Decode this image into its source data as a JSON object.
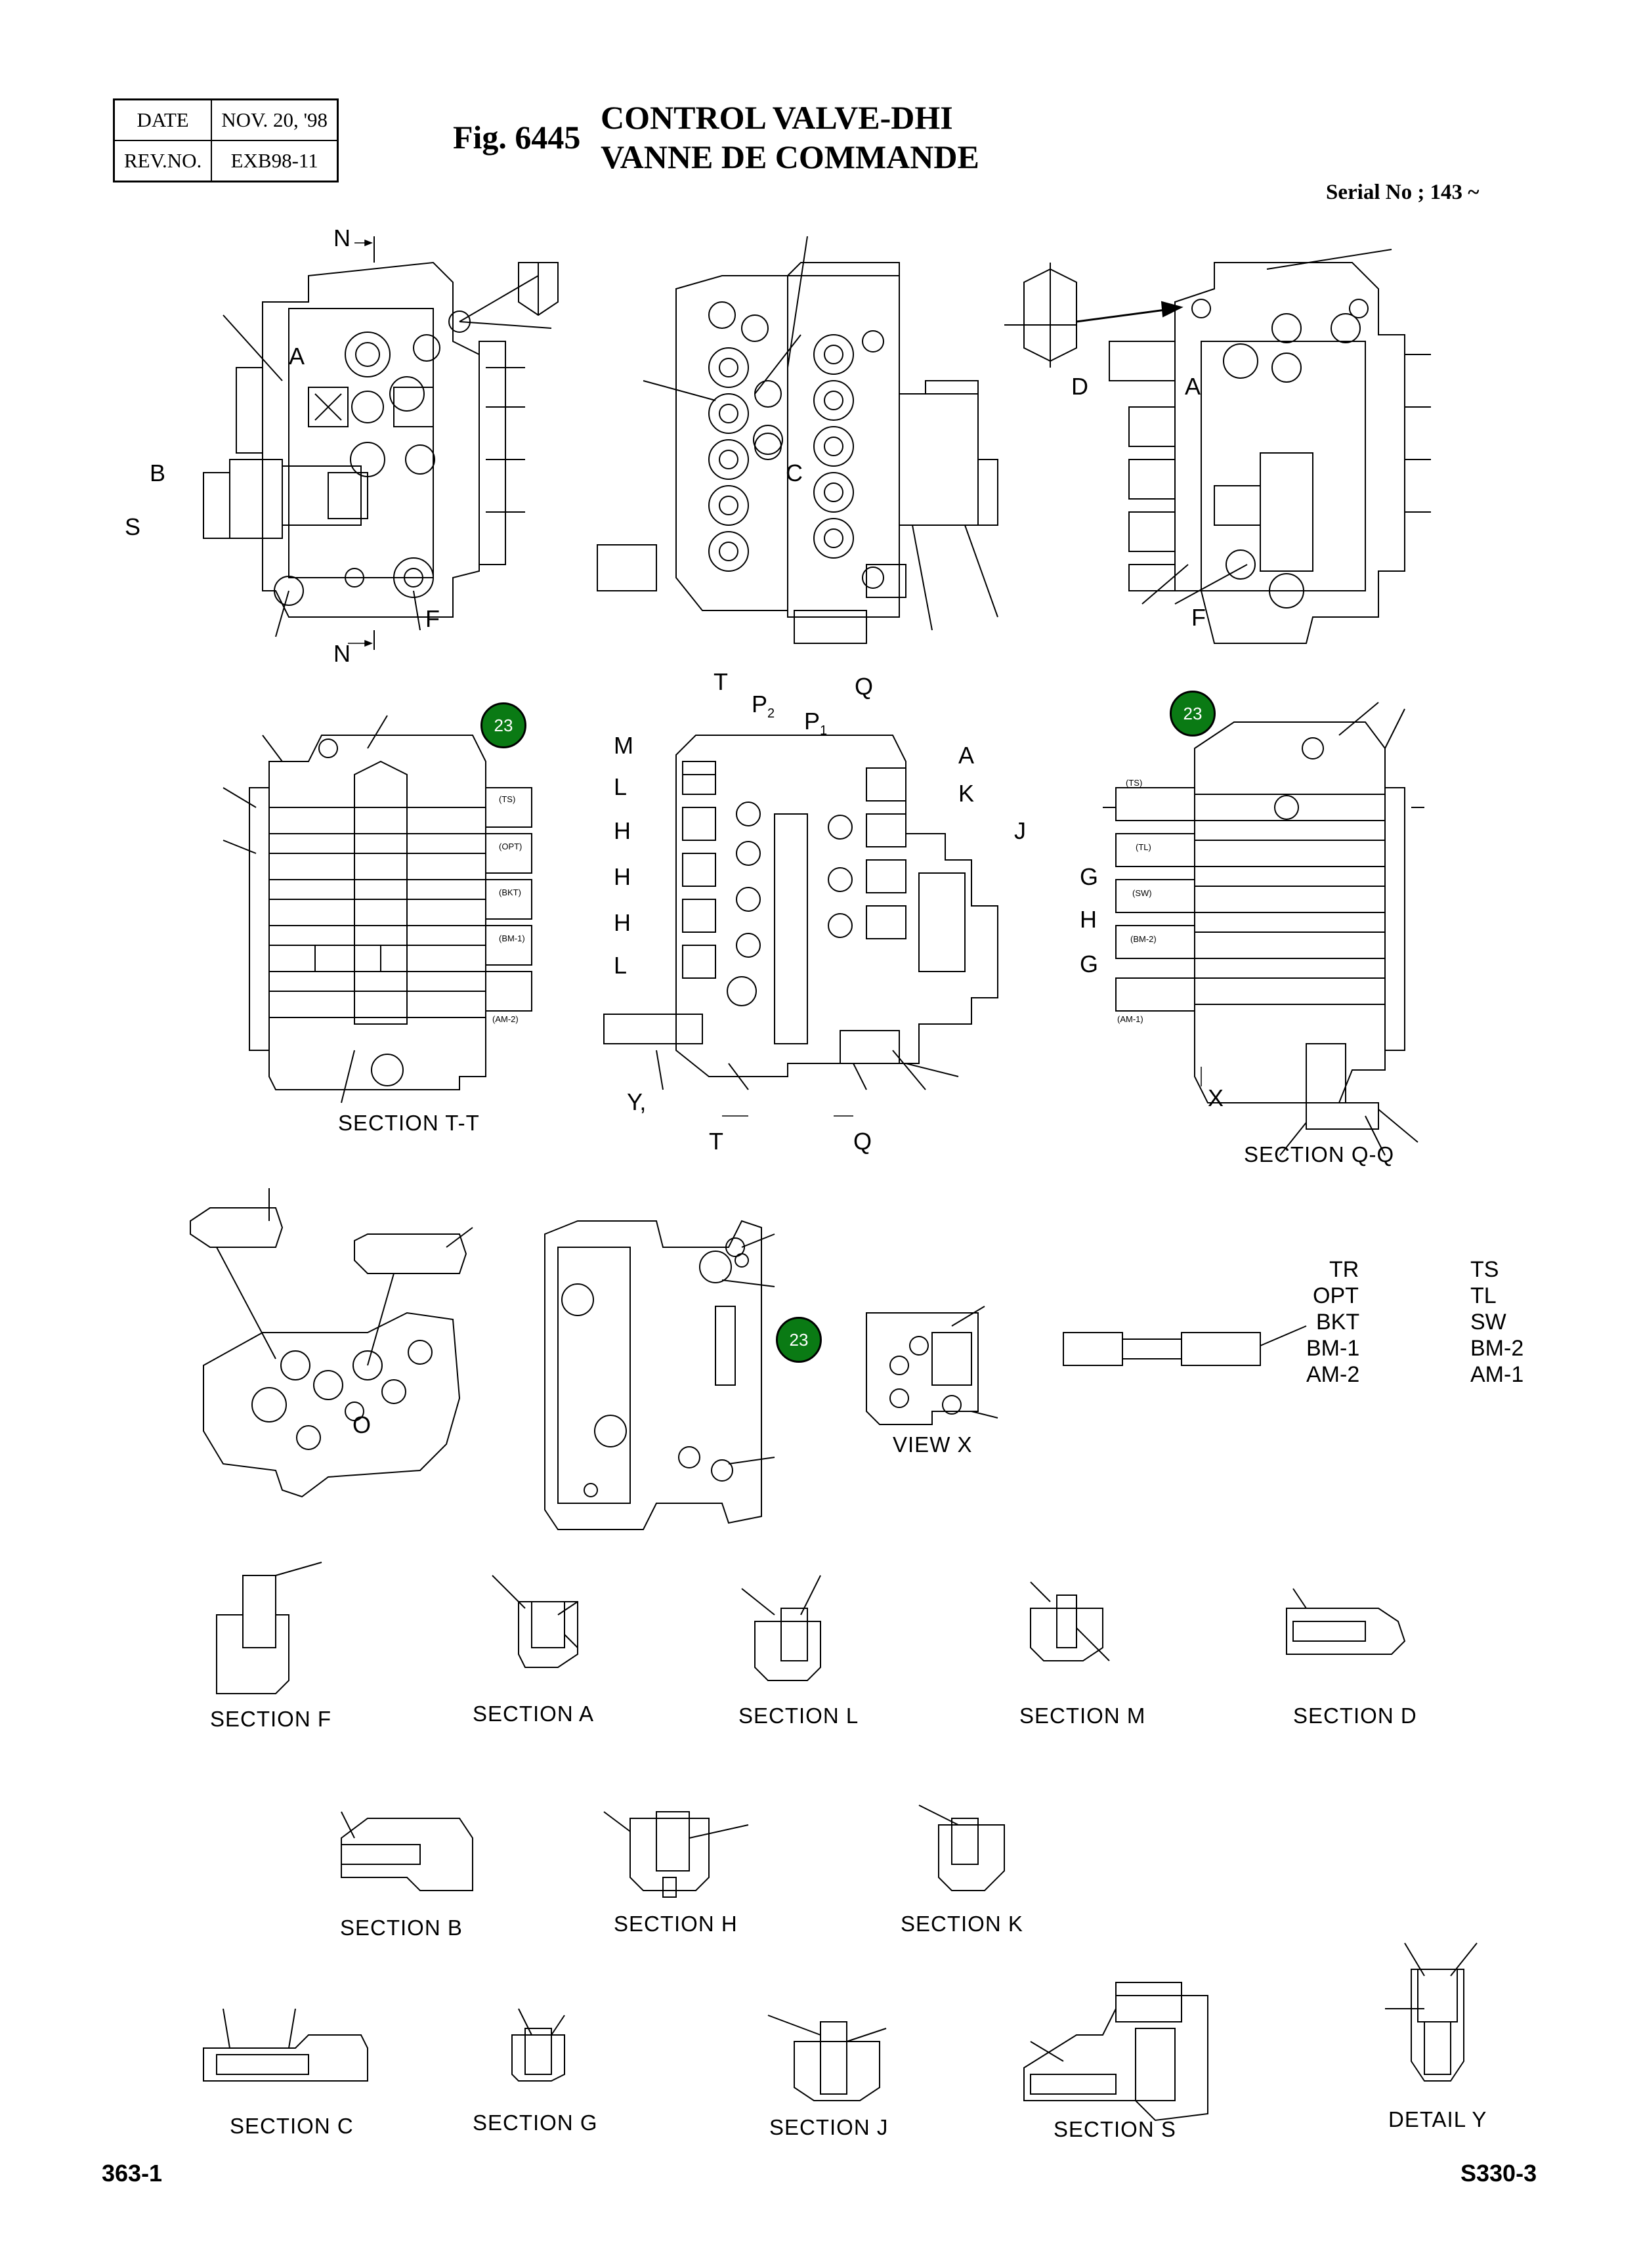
{
  "header": {
    "date_label": "DATE",
    "date_value": "NOV. 20, '98",
    "rev_label": "REV.NO.",
    "rev_value": "EXB98-11",
    "fig_number": "Fig. 6445",
    "title_en": "CONTROL VALVE-DHI",
    "title_fr": "VANNE DE COMMANDE",
    "serial": "Serial No ; 143 ~"
  },
  "callout_badge": "23",
  "view_letters": {
    "n_top": "N",
    "n_bottom": "N",
    "a_left": "A",
    "b_left": "B",
    "s_left": "S",
    "f_left": "F",
    "c_mid": "C",
    "d_right": "D",
    "a_right": "A",
    "f_right": "F",
    "t_top": "T",
    "p2": "P",
    "p2_sub": "2",
    "p1": "P",
    "p1_sub": "1",
    "q_top": "Q",
    "m": "M",
    "l1": "L",
    "h1": "H",
    "h2": "H",
    "h3": "H",
    "l2": "L",
    "a_mid": "A",
    "k_mid": "K",
    "j_mid": "J",
    "y": "Y,",
    "t_bot": "T",
    "q_bot": "Q",
    "g1": "G",
    "h_r": "H",
    "g2": "G",
    "x": "X",
    "o": "O"
  },
  "port_tags_tt": [
    "(TS)",
    "(OPT)",
    "(BKT)",
    "(BM-1)",
    "(AM-2)"
  ],
  "port_tags_qq": [
    "(TS)",
    "(TL)",
    "(SW)",
    "(BM-2)",
    "(AM-1)"
  ],
  "spool_legend": {
    "left": [
      "TR",
      "OPT",
      "BKT",
      "BM-1",
      "AM-2"
    ],
    "right": [
      "TS",
      "TL",
      "SW",
      "BM-2",
      "AM-1"
    ]
  },
  "sections": {
    "tt": "SECTION  T-T",
    "qq": "SECTION  Q-Q",
    "view_x": "VIEW X",
    "f": "SECTION  F",
    "a": "SECTION  A",
    "l": "SECTION  L",
    "m": "SECTION  M",
    "d": "SECTION  D",
    "b": "SECTION  B",
    "h": "SECTION  H",
    "k": "SECTION  K",
    "c": "SECTION  C",
    "g": "SECTION  G",
    "j": "SECTION  J",
    "s": "SECTION  S",
    "y": "DETAIL  Y"
  },
  "footer": {
    "page": "363-1",
    "code": "S330-3"
  }
}
